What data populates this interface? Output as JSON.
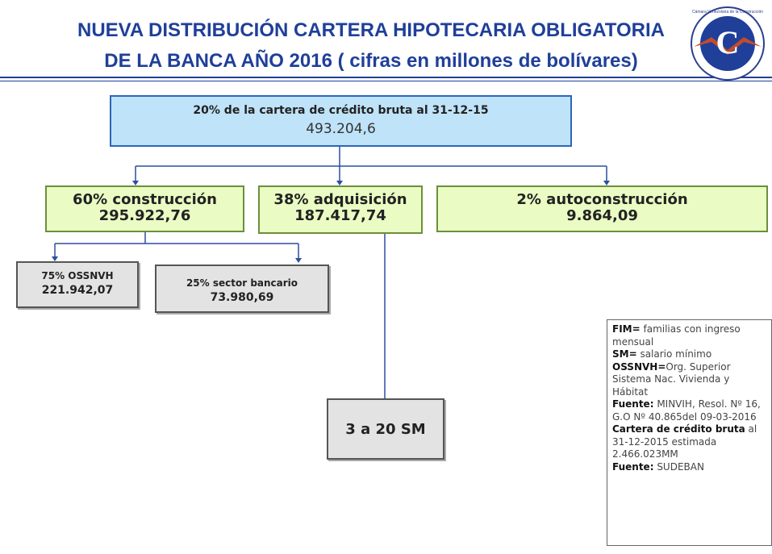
{
  "title": {
    "line1": "NUEVA DISTRIBUCIÓN  CARTERA HIPOTECARIA OBLIGATORIA",
    "line2": "DE LA BANCA AÑO 2016 ( cifras en millones de bolívares)"
  },
  "logo": {
    "text": "Cámara Venezolana de la Construcción"
  },
  "root": {
    "label": "20% de la cartera de crédito bruta al 31-12-15",
    "value": "493.204,6"
  },
  "construccion": {
    "label": "60% construcción",
    "value": "295.922,76"
  },
  "adquisicion": {
    "label": "38% adquisición",
    "value": "187.417,74"
  },
  "autoconstruccion": {
    "label": "2% autoconstrucción",
    "value": "9.864,09"
  },
  "ossnvh": {
    "label": "75% OSSNVH",
    "value": "221.942,07"
  },
  "sector": {
    "label": "25% sector bancario",
    "value": "73.980,69"
  },
  "sm": {
    "label": "3 a 20 SM"
  },
  "legend": {
    "fim_term": "FIM=",
    "fim_text": " familias con ingreso mensual",
    "sm_term": "SM=",
    "sm_text": " salario mínimo",
    "ossnvh_term": "OSSNVH=",
    "ossnvh_text": "Org. Superior Sistema Nac. Vivienda y Hábitat",
    "fuente1_term": "Fuente:",
    "fuente1_text": " MINVIH, Resol. Nº 16, G.O Nº 40.865del 09-03-2016",
    "cartera_term": "Cartera de crédito bruta",
    "cartera_text": " al 31-12-2015 estimada 2.466.023MM",
    "fuente2_term": "Fuente:",
    "fuente2_text": " SUDEBAN"
  },
  "colors": {
    "title": "#1f3f99",
    "root_fill": "#bfe3f8",
    "green_fill": "#eafcc4",
    "gray_fill": "#e3e3e3",
    "connector": "#2b4f9e"
  }
}
